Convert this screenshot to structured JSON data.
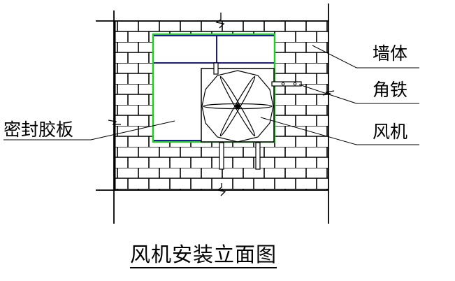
{
  "title": "风机安装立面图",
  "labels": {
    "wall": "墙体",
    "angle_iron": "角铁",
    "fan": "风机",
    "sealing_board": "密封胶板"
  },
  "colors": {
    "opening_outline": "#22cc22",
    "frame": "#1a1aa0",
    "line": "#000000"
  }
}
